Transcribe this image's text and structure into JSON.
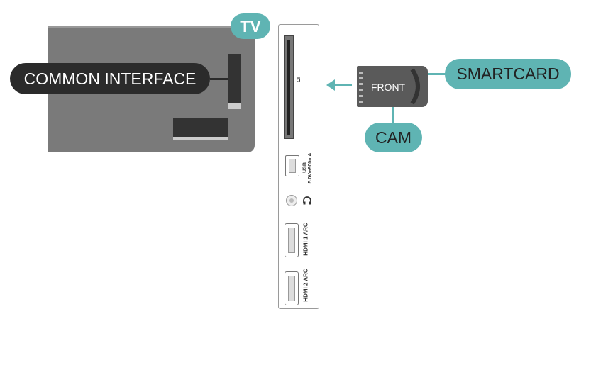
{
  "labels": {
    "common_interface": "COMMON INTERFACE",
    "tv": "TV",
    "cam": "CAM",
    "smartcard": "SMARTCARD",
    "front": "FRONT"
  },
  "panel": {
    "ci": "CI",
    "usb": "USB",
    "usb_rating": "5.0V⎓900mA",
    "hdmi1": "HDMI 1 ARC",
    "hdmi2": "HDMI 2 ARC"
  },
  "colors": {
    "teal": "#5fb4b3",
    "dark": "#2b2b2b",
    "tv_grey": "#7a7a7a",
    "module_grey": "#5a5a5a"
  },
  "icons": [
    "headphone-icon",
    "arrow-left-icon"
  ]
}
